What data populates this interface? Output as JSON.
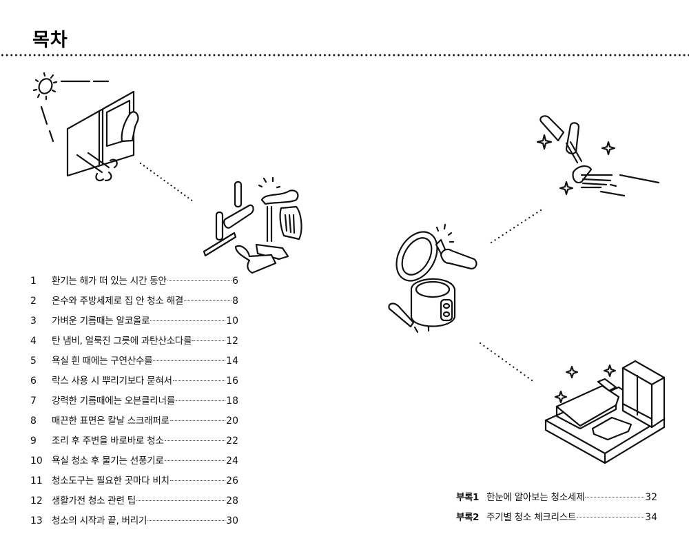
{
  "page": {
    "title": "목차"
  },
  "toc": {
    "items": [
      {
        "number": "1",
        "title": "환기는 해가 떠 있는 시간 동안",
        "page": "6"
      },
      {
        "number": "2",
        "title": "온수와 주방세제로 집 안 청소 해결",
        "page": "8"
      },
      {
        "number": "3",
        "title": "가벼운 기름때는 알코올로",
        "page": "10"
      },
      {
        "number": "4",
        "title": "탄 냄비, 얼룩진 그릇에 과탄산소다를",
        "page": "12"
      },
      {
        "number": "5",
        "title": "욕실 흰 때에는 구연산수를",
        "page": "14"
      },
      {
        "number": "6",
        "title": "락스 사용 시 뿌리기보다 묻혀서",
        "page": "16"
      },
      {
        "number": "7",
        "title": "강력한 기름때에는 오븐클리너를",
        "page": "18"
      },
      {
        "number": "8",
        "title": "매끈한 표면은 칼날 스크래퍼로",
        "page": "20"
      },
      {
        "number": "9",
        "title": "조리 후 주변을 바로바로 청소",
        "page": "22"
      },
      {
        "number": "10",
        "title": "욕실 청소 후 물기는 선풍기로",
        "page": "24"
      },
      {
        "number": "11",
        "title": "청소도구는 필요한 곳마다 비치",
        "page": "26"
      },
      {
        "number": "12",
        "title": "생활가전 청소 관련 팁",
        "page": "28"
      },
      {
        "number": "13",
        "title": "청소의 시작과 끝, 버리기",
        "page": "30"
      }
    ]
  },
  "appendix": {
    "items": [
      {
        "label": "부록1",
        "title": "한눈에 알아보는 청소세제",
        "page": "32"
      },
      {
        "label": "부록2",
        "title": "주기별 청소 체크리스트",
        "page": "34"
      }
    ]
  },
  "illustrations": [
    {
      "icon": "window-ventilation-icon"
    },
    {
      "icon": "cleaning-tools-icon"
    },
    {
      "icon": "rice-cooker-cleaning-icon"
    },
    {
      "icon": "scrub-brush-icon"
    },
    {
      "icon": "clean-bedroom-icon"
    }
  ]
}
